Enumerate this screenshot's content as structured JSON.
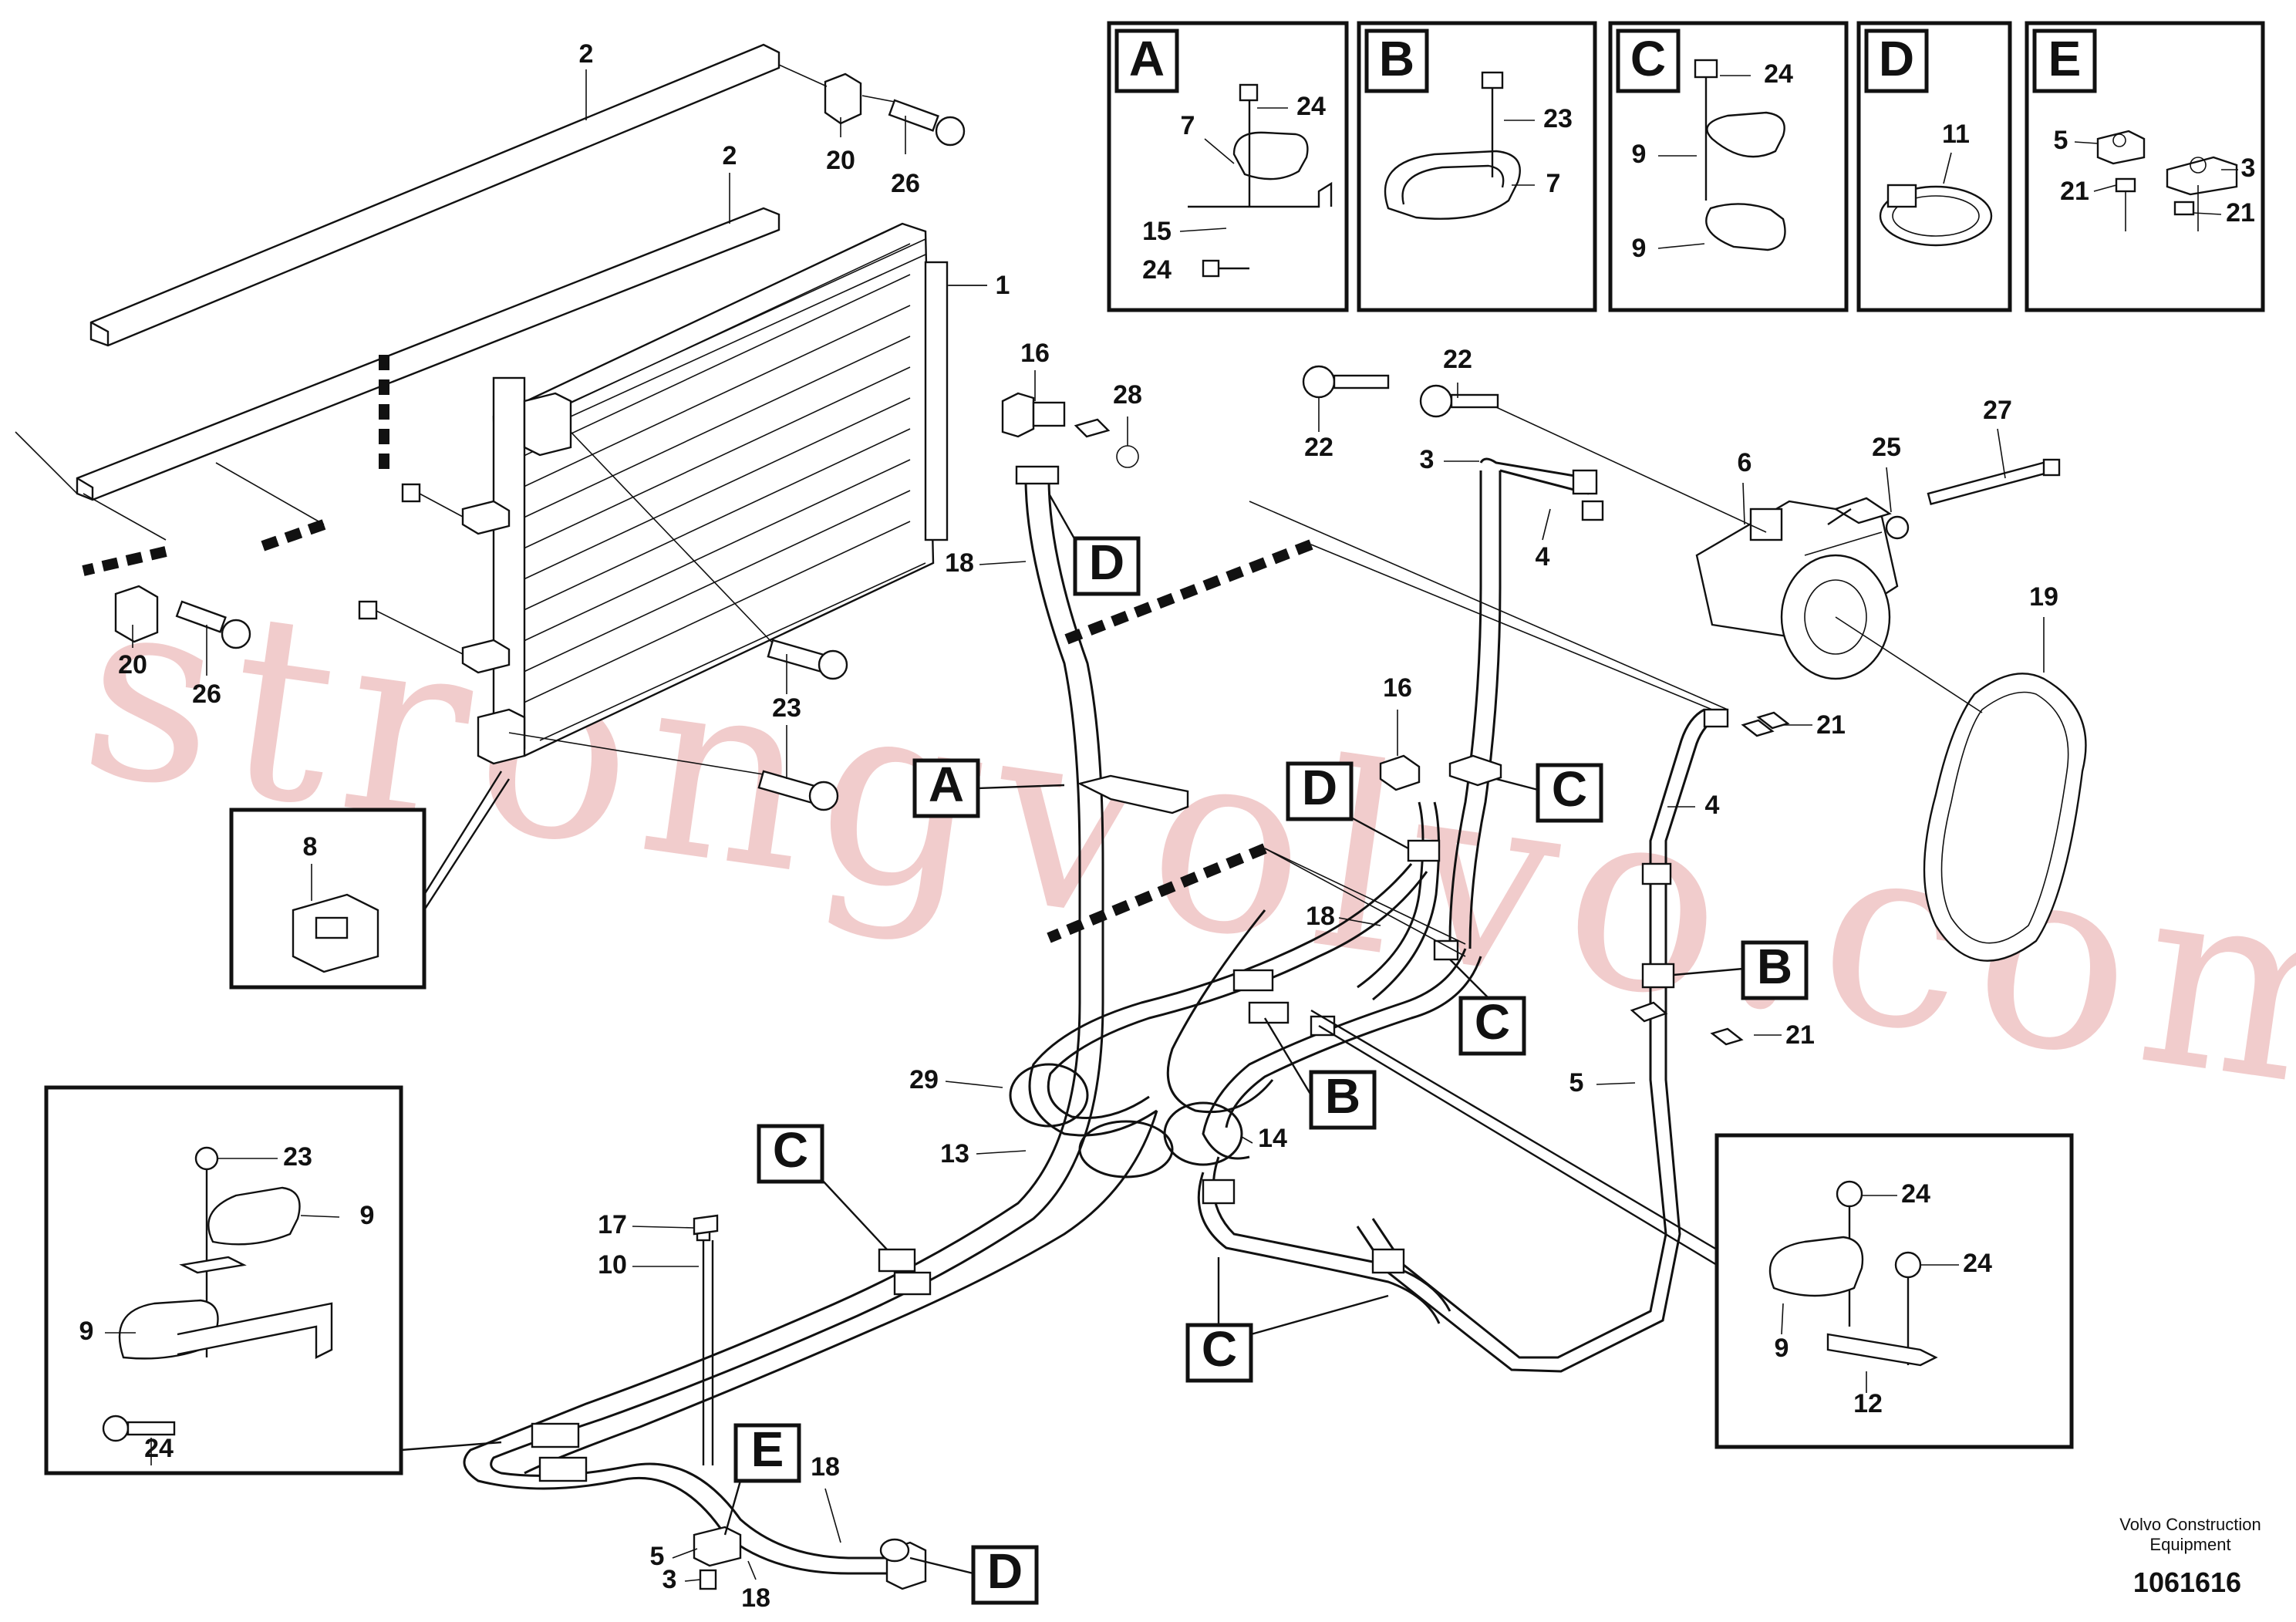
{
  "watermark": "strongvolvo.com",
  "detail_boxes": {
    "A": {
      "letter": "A",
      "labels": {
        "top_bolt": "24",
        "clamp": "7",
        "bracket": "15",
        "bottom_bolt": "24"
      }
    },
    "B": {
      "letter": "B",
      "labels": {
        "bolt": "23",
        "clamp": "7"
      }
    },
    "C": {
      "letter": "C",
      "labels": {
        "bolt": "24",
        "clamp_top": "9",
        "clamp_bottom": "9"
      }
    },
    "D": {
      "letter": "D",
      "labels": {
        "hose_clamp": "11"
      }
    },
    "E": {
      "letter": "E",
      "labels": {
        "left_clip": "5",
        "right_clip": "3",
        "left_nut": "21",
        "right_nut": "21"
      }
    }
  },
  "left_detail": {
    "labels": {
      "bolt_top": "23",
      "clamp_top": "9",
      "clamp_bottom": "9",
      "bolt_bottom": "24"
    }
  },
  "right_detail": {
    "labels": {
      "bolt_left": "24",
      "bolt_right": "24",
      "clamp": "9",
      "bracket": "12"
    }
  },
  "sensor_detail": {
    "label": "8"
  },
  "callouts": {
    "rail_top": "2",
    "rail_mid": "2",
    "spacer_top": "20",
    "bolt_top": "26",
    "spacer_left": "20",
    "bolt_left": "26",
    "condenser": "1",
    "bolt_23a": "23",
    "bolt_23b": "23",
    "fitting_16a": "16",
    "oring_28": "28",
    "hose_18a": "18",
    "bolt_22a": "22",
    "bolt_22b": "22",
    "pipe_3": "3",
    "pipe_4a": "4",
    "compressor": "6",
    "washer_25": "25",
    "bolt_27": "27",
    "belt_19": "19",
    "nut_21a": "21",
    "pipe_4b": "4",
    "fitting_16b": "16",
    "hose_18b": "18",
    "nut_21b": "21",
    "pipe_5": "5",
    "hose_29": "29",
    "hose_13": "13",
    "hose_14": "14",
    "cap_17": "17",
    "tube_10": "10",
    "hose_18c": "18",
    "clip_5": "5",
    "clip_3": "3",
    "hose_18d": "18"
  },
  "ref_boxes": {
    "A_main": "A",
    "D_top": "D",
    "C_right": "C",
    "D_mid": "D",
    "B_right": "B",
    "C_mid": "C",
    "B_mid": "B",
    "C_left": "C",
    "C_bottom": "C",
    "E_bottom": "E",
    "D_bottom": "D"
  },
  "footer": {
    "brand_line1": "Volvo Construction",
    "brand_line2": "Equipment",
    "doc_number": "1061616"
  }
}
